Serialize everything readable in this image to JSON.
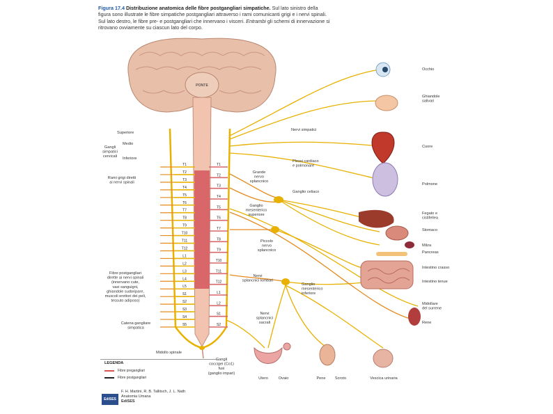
{
  "caption": {
    "figure_label": "Figura 17.4",
    "title": "Distribuzione anatomica delle fibre postgangliari simpatiche.",
    "body": "Sul lato sinistro della figura sono illustrate le fibre simpatiche postgangliari attraverso i rami comunicanti grigi e i nervi spinali. Sul lato destro, le fibre pre- e postgangliari che innervano i visceri.",
    "body_italic": "Entrambi",
    "body_end": "gli schemi di innervazione si ritrovano ovviamente su ciascun lato del corpo."
  },
  "brain": {
    "pons_label": "PONTE"
  },
  "left_labels": {
    "superiore": "Superiore",
    "medio": "Medio",
    "inferiore": "Inferiore",
    "gangli_cervicali": "Gangli\nsimpatici\ncervicali",
    "rami_grigi": "Rami grigi diretti\nai nervi spinali",
    "fibre_post": "Fibre postgangliari\ndirette ai nervi spinali\n(innervano cute,\nvasi sanguigni,\nghiandole sudoripare,\nmuscoli erettori dei peli,\ntessuto adiposo)",
    "catena": "Catena gangliare\nsimpatica",
    "midollo": "Midollo spinale"
  },
  "middle_labels": {
    "nervi_simpatici": "Nervi simpatici",
    "plessi": "Plessi cardiaco\ne polmonare",
    "grande_splancnico": "Grande\nnervo\nsplancnico",
    "ganglio_celiaco": "Ganglio celiaco",
    "ganglio_mes_sup": "Ganglio\nmesenterico\nsuperiore",
    "piccolo_splancnico": "Piccolo\nnervo\nsplancnico",
    "nervi_lombari": "Nervi\nsplancnici lombari",
    "ganglio_mes_inf": "Ganglio\nmesenterico\ninferiore",
    "nervi_sacrali": "Nervi\nsplancnici\nsacrali",
    "gangli_coccigei": "Gangli\ncoccigei (Co1)\nfusi\n(ganglio impari)"
  },
  "organs": [
    {
      "label": "Occhio"
    },
    {
      "label": "Ghiandole\nsalivari"
    },
    {
      "label": "Cuore"
    },
    {
      "label": "Polmone"
    },
    {
      "label": "Fegato e\ncistifellea"
    },
    {
      "label": "Stomaco"
    },
    {
      "label": "Milza"
    },
    {
      "label": "Pancreas"
    },
    {
      "label": "Intestino crasso"
    },
    {
      "label": "Intestino tenue"
    },
    {
      "label": "Midollare\ndel surrene"
    },
    {
      "label": "Rene"
    }
  ],
  "bottom_organs": [
    {
      "label": "Utero"
    },
    {
      "label": "Ovaio"
    },
    {
      "label": "Pene"
    },
    {
      "label": "Scroto"
    },
    {
      "label": "Vescica urinaria"
    }
  ],
  "segments_left": [
    "T1",
    "T2",
    "T3",
    "T4",
    "T5",
    "T6",
    "T7",
    "T8",
    "T9",
    "T10",
    "T11",
    "T12",
    "L1",
    "L2",
    "L3",
    "L4",
    "L5",
    "S1",
    "S2",
    "S3",
    "S4",
    "S5"
  ],
  "segments_right": [
    "T1",
    "T2",
    "T3",
    "T4",
    "T5",
    "T6",
    "T7",
    "T8",
    "T9",
    "T10",
    "T11",
    "T12",
    "L1",
    "L2",
    "S1",
    "S2"
  ],
  "legend": {
    "title": "LEGENDA",
    "pre": "Fibre pregangliari",
    "post": "Fibre postgangliari",
    "pre_color": "#d9534f",
    "post_color": "#222222"
  },
  "credit": {
    "authors": "F. H. Martini, R. B. Tallitsch, J. L. Nath",
    "book": "Anatomia Umana",
    "publisher": "EdiSES",
    "logo": "EdiSES"
  },
  "colors": {
    "nerve_yellow": "#e8b100",
    "nerve_orange": "#e58a1f",
    "cord_pink": "#f2c4b0",
    "cord_red": "#d9676a"
  }
}
